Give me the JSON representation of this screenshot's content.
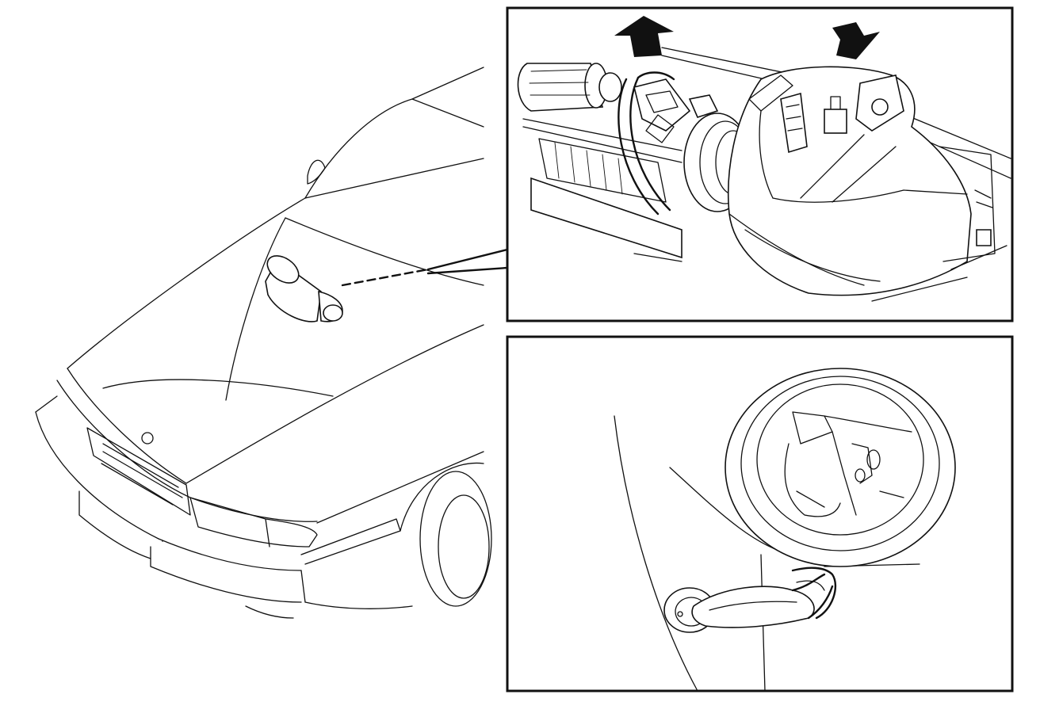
{
  "colors": {
    "ink": "#111111",
    "paper": "#ffffff"
  },
  "figure": {
    "views": [
      {
        "name": "car-front-overview",
        "icon": "car-front-icon"
      },
      {
        "name": "detail-blower-motor-removal",
        "icon": "blower-motor-icon",
        "arrows": [
          "up-arrow-icon",
          "down-arrow-icon"
        ]
      },
      {
        "name": "detail-connector-grommet",
        "icon": "grommet-connector-icon"
      }
    ],
    "callout": "dashed-leader-line"
  }
}
